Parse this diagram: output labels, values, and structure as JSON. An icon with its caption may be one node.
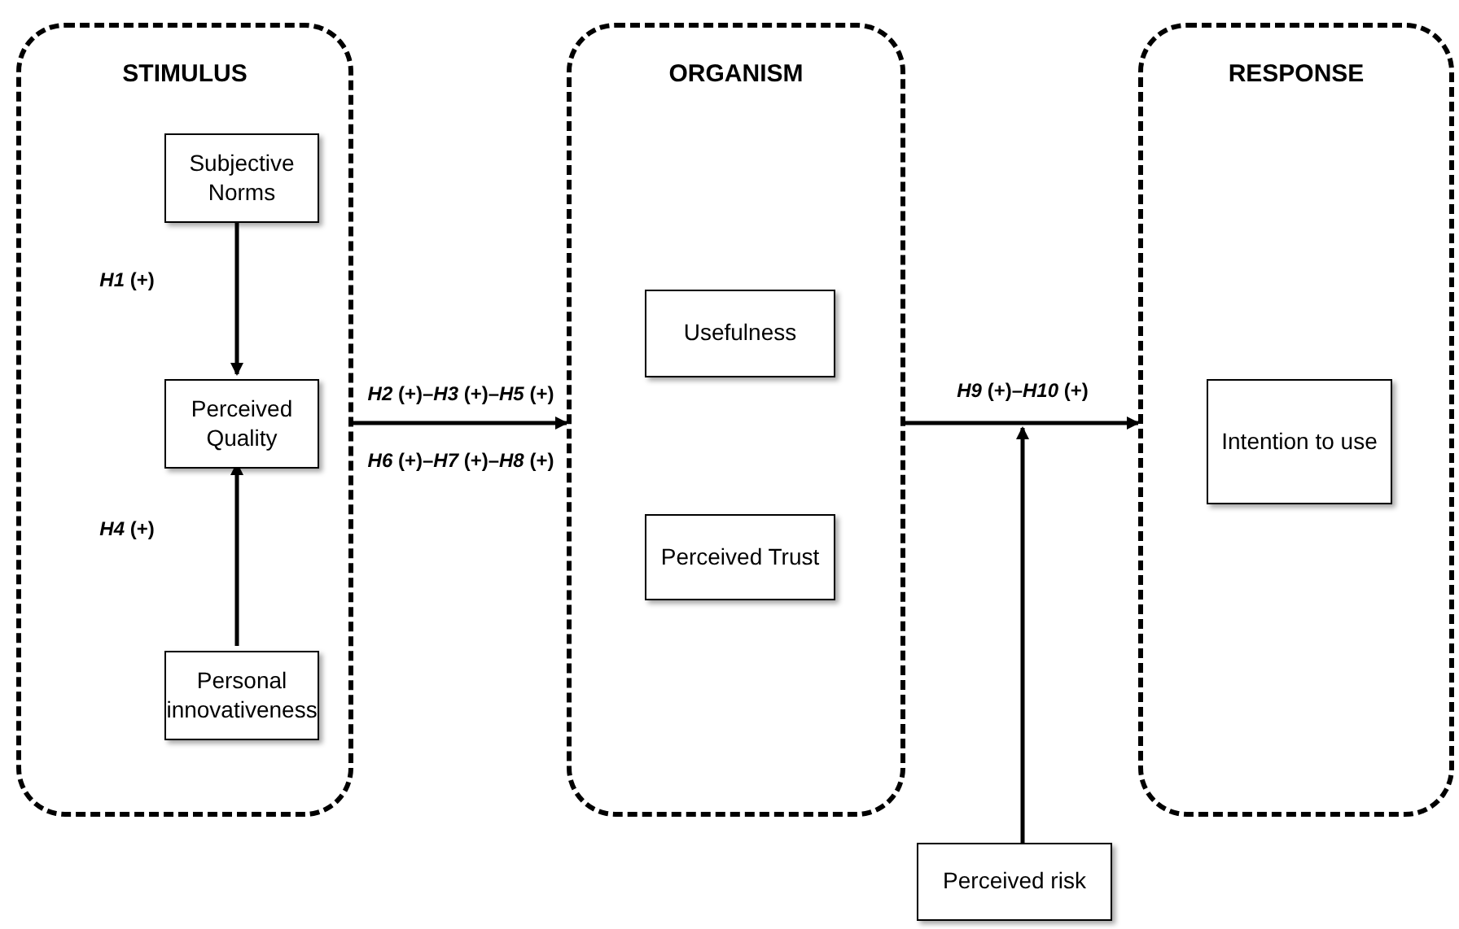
{
  "diagram": {
    "nodes": [
      {
        "text": [
          "STIMULUS"
        ]
      },
      {
        "text": [
          "Subjective Norms"
        ],
        "in": 0
      },
      {
        "text": [
          "Perceived Quality"
        ],
        "in": 0
      },
      {
        "text": [
          "Personal innovativeness"
        ],
        "in": 0
      },
      {
        "text": [
          "ORGANISM"
        ]
      },
      {
        "text": [
          "Usefulness"
        ],
        "in": 4
      },
      {
        "text": [
          "Perceived Trust"
        ],
        "in": 4
      },
      {
        "text": [
          "RESPONSE"
        ]
      },
      {
        "text": [
          "Intention to use"
        ],
        "in": 7
      },
      {
        "text": [
          "Perceived risk"
        ]
      }
    ],
    "edges": [
      {
        "from": 1,
        "to": 2,
        "arrow": "to",
        "label": "*H1* (+)"
      },
      {
        "from": 3,
        "to": 2,
        "arrow": "to",
        "label": "*H4* (+)"
      },
      {
        "from": 0,
        "to": 4,
        "arrow": "to",
        "label": "*H2* (+)–*H3* (+)–*H5* (+)"
      },
      {
        "from": 4,
        "to": 7,
        "arrow": "to",
        "label": "*H9* (+)–*H10* (+)"
      },
      {
        "from": 9,
        "to": null,
        "arrow": "to"
      }
    ],
    "labels": [
      "*H6* (+)–*H7* (+)–*H8* (+)"
    ]
  }
}
